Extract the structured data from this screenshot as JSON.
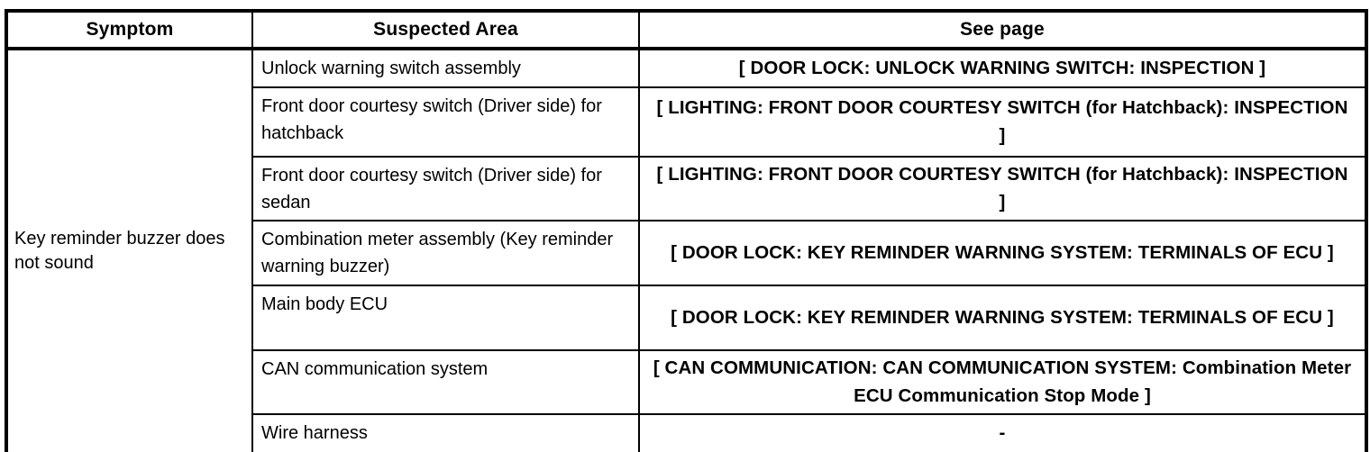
{
  "table": {
    "headers": {
      "symptom": "Symptom",
      "suspected_area": "Suspected Area",
      "see_page": "See page"
    },
    "symptom": "Key reminder buzzer does not sound",
    "rows": [
      {
        "area": "Unlock warning switch assembly",
        "page": "[ DOOR LOCK: UNLOCK WARNING SWITCH: INSPECTION ]"
      },
      {
        "area": "Front door courtesy switch (Driver side) for hatchback",
        "page": "[ LIGHTING: FRONT DOOR COURTESY SWITCH (for Hatchback): INSPECTION ]"
      },
      {
        "area": "Front door courtesy switch (Driver side) for sedan",
        "page": "[ LIGHTING: FRONT DOOR COURTESY SWITCH (for Hatchback): INSPECTION ]"
      },
      {
        "area": "Combination meter assembly (Key reminder warning buzzer)",
        "page": "[ DOOR LOCK: KEY REMINDER WARNING SYSTEM: TERMINALS OF ECU ]"
      },
      {
        "area": "Main body ECU",
        "page": "[ DOOR LOCK: KEY REMINDER WARNING SYSTEM: TERMINALS OF ECU ]"
      },
      {
        "area": "CAN communication system",
        "page": "[ CAN COMMUNICATION: CAN COMMUNICATION SYSTEM: Combination Meter ECU Communication Stop Mode ]"
      },
      {
        "area": "Wire harness",
        "page": "-"
      }
    ],
    "colors": {
      "border": "#000000",
      "text": "#000000",
      "background": "#ffffff"
    }
  }
}
